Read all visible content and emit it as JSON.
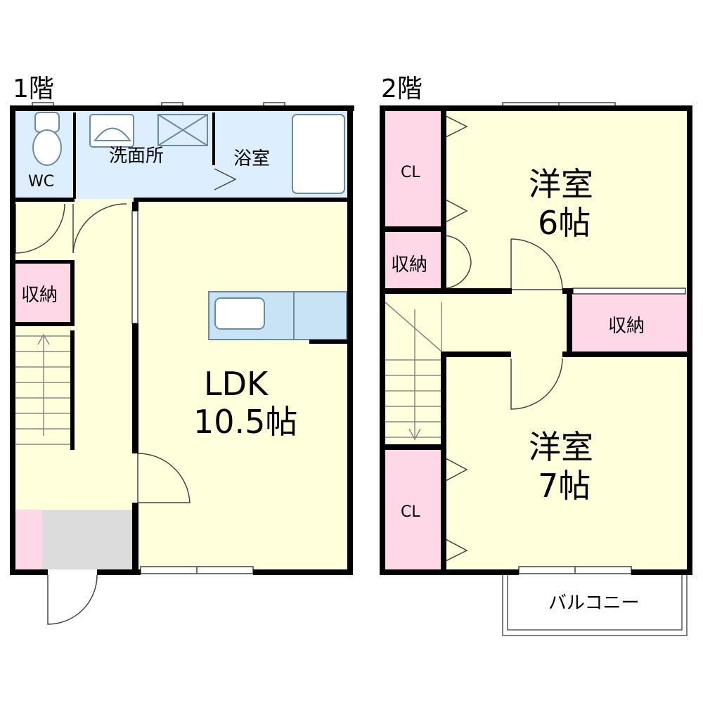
{
  "floor1": {
    "label": "1階",
    "rooms": {
      "wc": "WC",
      "washroom": "洗面所",
      "bath": "浴室",
      "storage": "収納",
      "ldk_name": "LDK",
      "ldk_size": "10.5帖"
    }
  },
  "floor2": {
    "label": "2階",
    "rooms": {
      "closet_top": "CL",
      "storage_small": "収納",
      "western_a_name": "洋室",
      "western_a_size": "6帖",
      "storage_right": "収納",
      "closet_bottom": "CL",
      "western_b_name": "洋室",
      "western_b_size": "7帖",
      "balcony": "バルコニー"
    }
  },
  "colors": {
    "wall": "#000000",
    "living": "#ffffdc",
    "wet": "#ddeeff",
    "storage": "#ffd8e8",
    "entry_floor": "#dcdcdc",
    "fixture": "#c8e4f4"
  }
}
